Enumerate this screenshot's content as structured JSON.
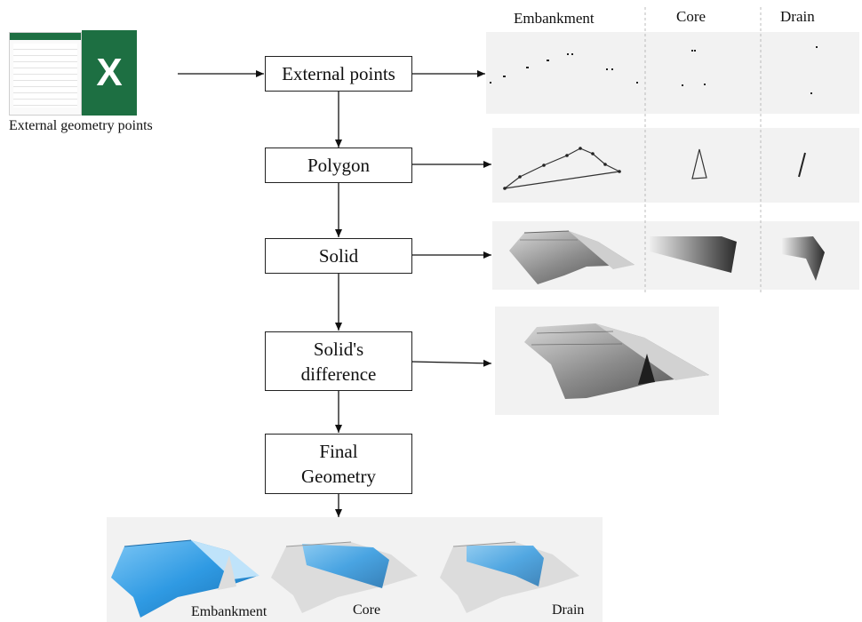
{
  "source": {
    "label": "External geometry points",
    "icon": "excel-icon",
    "icon_glyph": "X",
    "brand_color": "#1d6f42"
  },
  "columns": {
    "embankment": "Embankment",
    "core": "Core",
    "drain": "Drain"
  },
  "steps": [
    {
      "id": "external-points",
      "label": "External points"
    },
    {
      "id": "polygon",
      "label": "Polygon"
    },
    {
      "id": "solid",
      "label": "Solid"
    },
    {
      "id": "solids-difference",
      "label": "Solid's\ndifference"
    },
    {
      "id": "final-geometry",
      "label": "Final\nGeometry"
    }
  ],
  "final_labels": {
    "embankment": "Embankment",
    "core": "Core",
    "drain": "Drain"
  },
  "colors": {
    "highlight_blue": "#2f9ae3",
    "surface_gray": "#8a8a8a",
    "panel_bg": "#f2f2f2"
  }
}
